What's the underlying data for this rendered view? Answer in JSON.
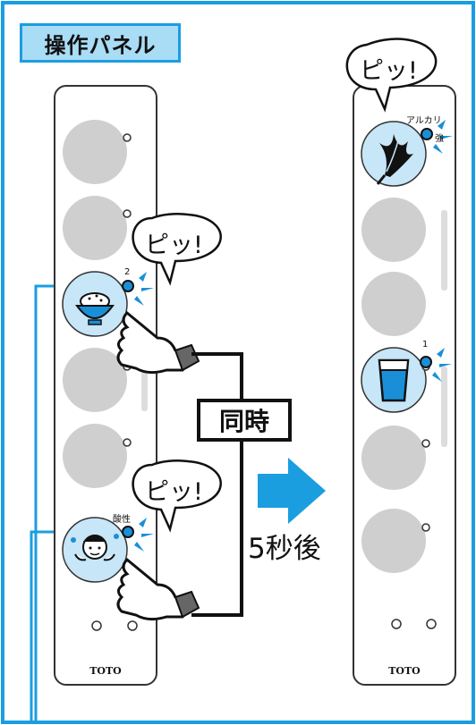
{
  "title": "操作パネル",
  "colors": {
    "frame": "#1a9ee0",
    "title_bg": "#a9dcf5",
    "button": "#cfcfcf",
    "icon_button": "#c7e6f7",
    "indicator": "#1a8fd8"
  },
  "left_panel": {
    "brand": "TOTO",
    "bubble_upper": "ピッ!",
    "bubble_lower": "ピッ!",
    "indicator_upper_label": "2",
    "indicator_lower_label": "酸性",
    "icons": [
      "rice-bowl-icon",
      "face-wash-icon"
    ]
  },
  "right_panel": {
    "brand": "TOTO",
    "bubble": "ピッ!",
    "indicator_top_label_1": "アルカリ",
    "indicator_top_label_2": "強",
    "indicator_mid_label": "1",
    "icons": [
      "spinach-icon",
      "glass-icon"
    ]
  },
  "center": {
    "simultaneous": "同時",
    "after": "5秒後"
  }
}
